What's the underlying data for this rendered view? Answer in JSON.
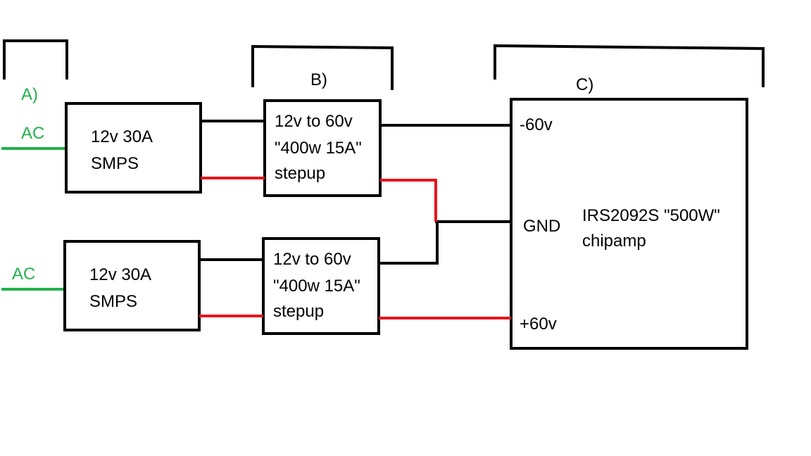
{
  "colors": {
    "black_wire": "#000000",
    "red_wire": "#e8141c",
    "green_wire": "#22b14c",
    "green_text": "#22b14c",
    "text": "#000000"
  },
  "sections": {
    "a": "A)",
    "b": "B)",
    "c": "C)"
  },
  "inputs": {
    "top": "AC",
    "bottom": "AC"
  },
  "smps_top": {
    "line1": "12v 30A",
    "line2": "SMPS"
  },
  "smps_bottom": {
    "line1": "12v 30A",
    "line2": "SMPS"
  },
  "stepup_top": {
    "line1": "12v to 60v",
    "line2": "\"400w 15A\"",
    "line3": "stepup"
  },
  "stepup_bottom": {
    "line1": "12v to 60v",
    "line2": "\"400w 15A\"",
    "line3": "stepup"
  },
  "amp": {
    "pin_neg": "-60v",
    "pin_gnd": "GND",
    "pin_pos": "+60v",
    "name_line1": "IRS2092S \"500W\"",
    "name_line2": "chipamp"
  }
}
